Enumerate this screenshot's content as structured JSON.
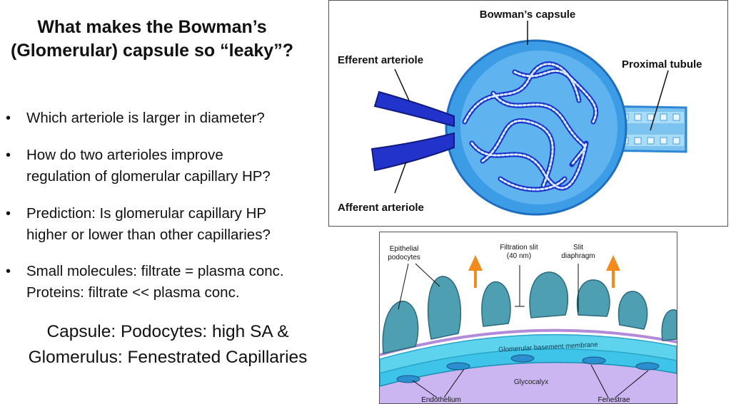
{
  "slide": {
    "title_line1": "What makes the Bowman’s",
    "title_line2": "(Glomerular) capsule so “leaky”?",
    "bullets": [
      {
        "line1": "Which arteriole is larger in diameter?",
        "line2": ""
      },
      {
        "line1": "How do two arterioles improve",
        "line2": "regulation of glomerular capillary HP?"
      },
      {
        "line1": "Prediction: Is glomerular capillary HP",
        "line2": "higher or lower than other capillaries?"
      },
      {
        "line1": "Small molecules: filtrate = plasma conc.",
        "line2": "Proteins: filtrate << plasma conc."
      }
    ],
    "summary_line1": "Capsule: Podocytes: high SA &",
    "summary_line2": "Glomerulus: Fenestrated Capillaries",
    "bullet_symbol": "•"
  },
  "figure_top": {
    "labels": {
      "bowmans_capsule": "Bowman’s capsule",
      "efferent": "Efferent arteriole",
      "afferent": "Afferent arteriole",
      "proximal": "Proximal tubule"
    }
  },
  "figure_bottom": {
    "labels": {
      "epithelial": "Epithelial",
      "podocytes": "podocytes",
      "filtration_slit": "Filtration slit",
      "slit_size": "(40 nm)",
      "slit": "Slit",
      "diaphragm": "diaphragm",
      "gbm": "Glomerular basement membrane",
      "glycocalyx": "Glycocalyx",
      "endothelium": "Endothelium",
      "fenestrae": "Fenestrae"
    }
  },
  "colors": {
    "capsule_blue": "#2e8fe0",
    "vessel_dark": "#1a2fc7",
    "podocyte_teal": "#4f9fb3",
    "membrane_cyan": "#3cc3e6",
    "glycocalyx_purple": "#c9b4f0",
    "arrow_orange": "#f28a1c"
  }
}
